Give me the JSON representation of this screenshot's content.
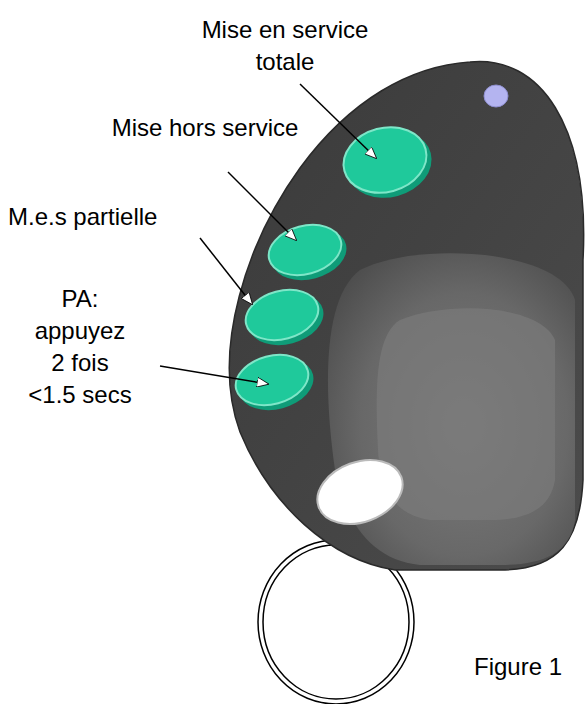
{
  "diagram": {
    "caption": "Figure 1",
    "labels": [
      "Mise en service totale",
      "Mise hors service",
      "M.e.s partielle",
      "PA: appuyez 2 fois <1.5 secs"
    ]
  }
}
